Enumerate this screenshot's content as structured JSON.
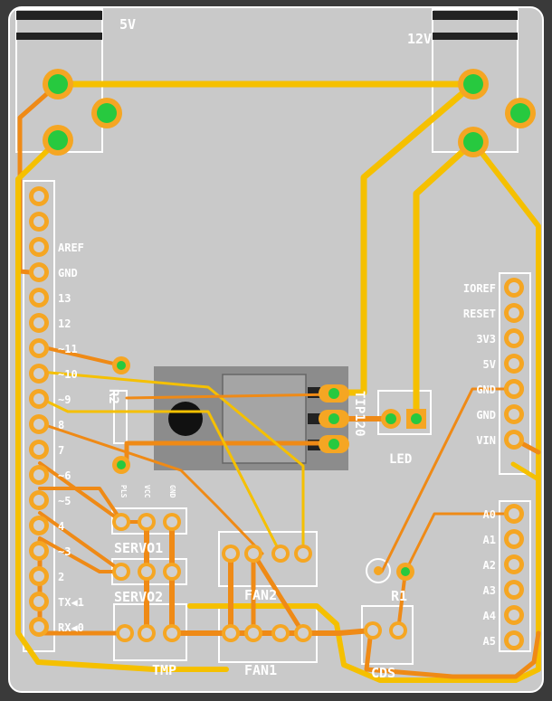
{
  "board": {
    "colors": {
      "background": "#3a3a3a",
      "board": "#c9c9c9",
      "trace_yellow": "#f5c000",
      "trace_orange": "#ef8a16",
      "pad": "#f5a623",
      "pad_center": "#27c93f",
      "component_body": "#8c8c8c",
      "silkscreen": "#ffffff"
    },
    "power": {
      "label_5v": "5V",
      "label_12v": "12V"
    },
    "header_left": [
      "AREF",
      "GND",
      "13",
      "12",
      "~11",
      "~10",
      "~9",
      "8",
      "7",
      "~6",
      "~5",
      "4",
      "~3",
      "2",
      "TX◀1",
      "RX◀0"
    ],
    "header_right_top": [
      "IOREF",
      "RESET",
      "3V3",
      "5V",
      "GND",
      "GND",
      "VIN"
    ],
    "header_right_bottom": [
      "A0",
      "A1",
      "A2",
      "A3",
      "A4",
      "A5"
    ],
    "components": {
      "r2": "R2",
      "tip120": "TIP120",
      "led": "LED",
      "servo1": "SERVO1",
      "servo2": "SERVO2",
      "servo_pin_labels": [
        "PLS",
        "VCC",
        "GND"
      ],
      "fan2": "FAN2",
      "fan1": "FAN1",
      "tmp": "TMP",
      "r1": "R1",
      "cds": "CDS"
    }
  }
}
